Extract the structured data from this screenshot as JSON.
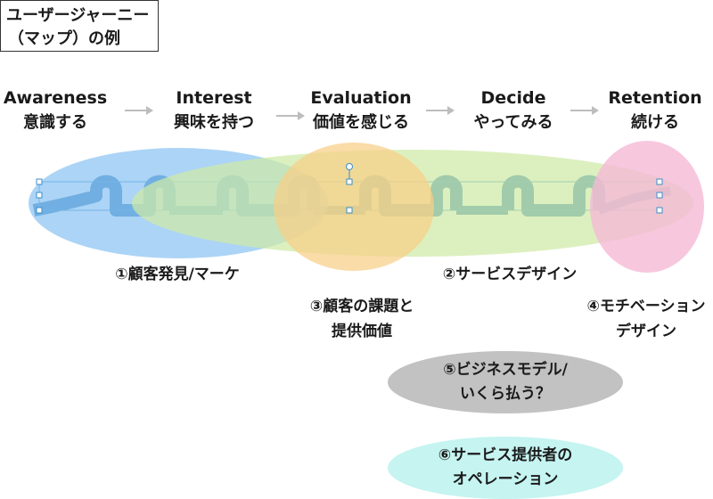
{
  "title": {
    "line1": "ユーザージャーニー",
    "line2": "（マップ）の例"
  },
  "stages": [
    {
      "en": "Awareness",
      "ja": "意識する"
    },
    {
      "en": "Interest",
      "ja": "興味を持つ"
    },
    {
      "en": "Evaluation",
      "ja": "価値を感じる"
    },
    {
      "en": "Decide",
      "ja": "やってみる"
    },
    {
      "en": "Retention",
      "ja": "続ける"
    }
  ],
  "areas": {
    "customer_discovery": "①顧客発見/マーケ",
    "service_design": "②サービスデザイン",
    "customer_problem": {
      "line1": "③顧客の課題と",
      "line2": "提供価値"
    },
    "motivation_design": {
      "line1": "④モチベーション",
      "line2": "デザイン"
    },
    "business_model": {
      "line1": "⑤ビジネスモデル/",
      "line2": "いくら払う？"
    },
    "service_operation": {
      "line1": "⑥サービス提供者の",
      "line2": "オペレーション"
    }
  },
  "colors": {
    "blue_area": "#8cc4f2",
    "green_area": "#cfeaa6",
    "orange_area": "#f8cf86",
    "pink_area": "#f5b9d6",
    "gray_pill": "#c2c2c2",
    "cyan_pill": "#c5f4f1",
    "wave": "#2b79b8",
    "arrow": "#bdbdbd"
  }
}
